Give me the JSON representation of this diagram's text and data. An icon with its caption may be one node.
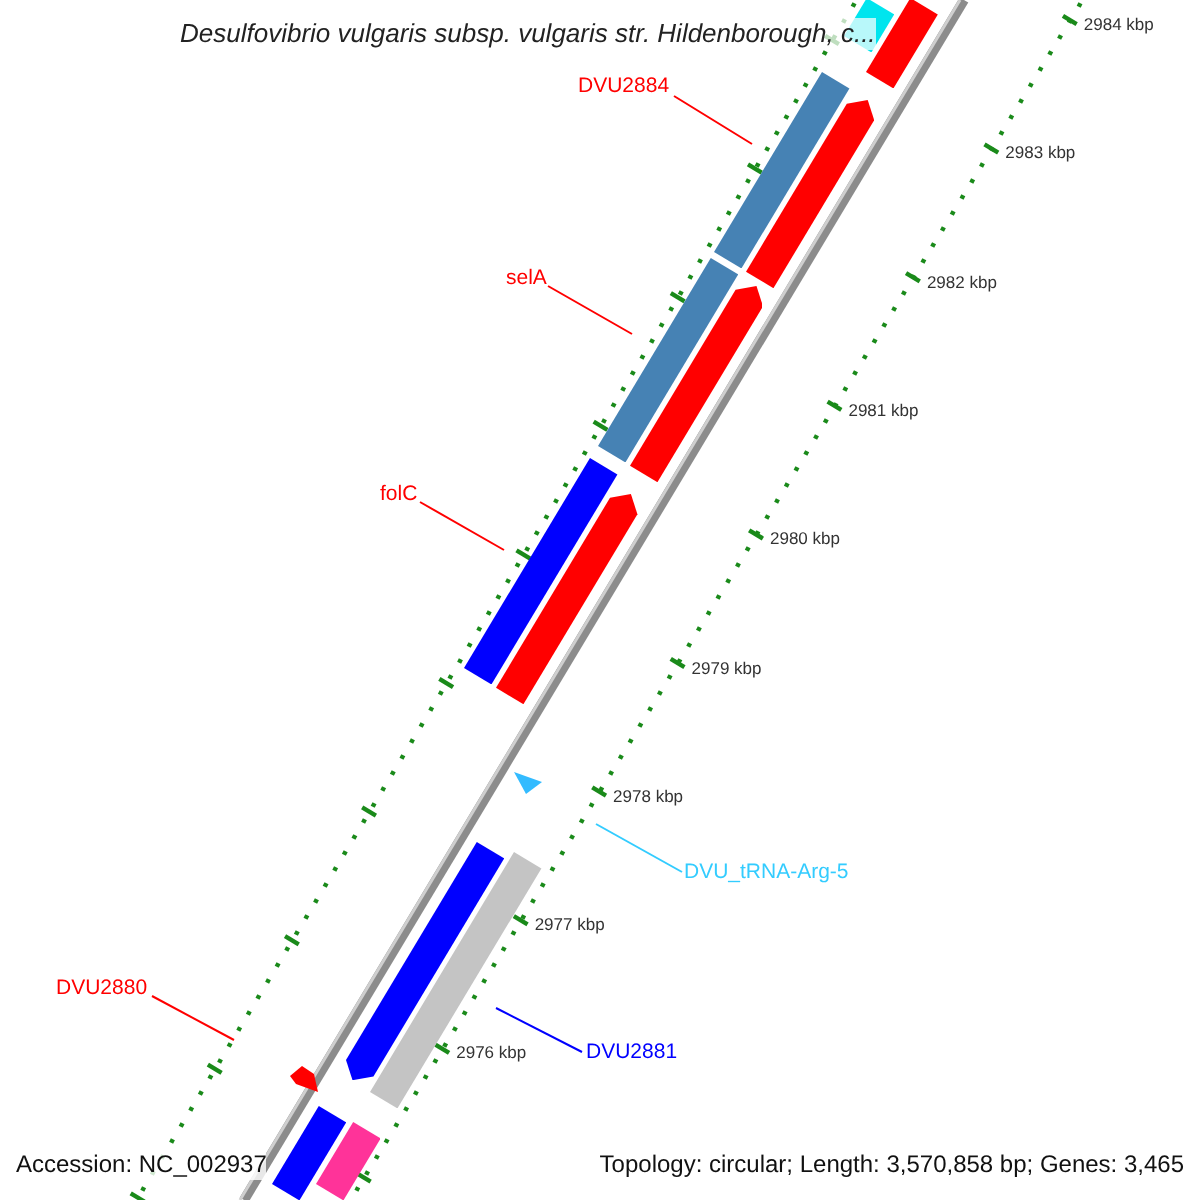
{
  "diagram": {
    "title": "Desulfovibrio vulgaris subsp. vulgaris str. Hildenborough, c...",
    "nodes": [
      {
        "text": [],
        "shape": "bar"
      },
      {
        "text": [],
        "shape": "bar"
      },
      {
        "text": [
          "DVU2884"
        ]
      },
      {
        "text": [],
        "shape": "bar"
      },
      {
        "text": [],
        "shape": "arrow"
      },
      {
        "text": [
          "selA"
        ]
      },
      {
        "text": [],
        "shape": "bar"
      },
      {
        "text": [],
        "shape": "arrow"
      },
      {
        "text": [
          "folC"
        ]
      },
      {
        "text": [],
        "shape": "bar"
      },
      {
        "text": [],
        "shape": "arrow"
      },
      {
        "text": [],
        "shape": "triangle"
      },
      {
        "text": [
          "DVU_tRNA-Arg-5"
        ]
      },
      {
        "text": [],
        "shape": "arrow"
      },
      {
        "text": [],
        "shape": "bar"
      },
      {
        "text": [
          "DVU2880"
        ]
      },
      {
        "text": [],
        "shape": "arrow"
      },
      {
        "text": [
          "DVU2881"
        ]
      },
      {
        "text": [],
        "shape": "bar"
      },
      {
        "text": [],
        "shape": "bar"
      }
    ],
    "edges": [
      {
        "from": 2,
        "to": 4,
        "arrow": "none"
      },
      {
        "from": 5,
        "to": 7,
        "arrow": "none"
      },
      {
        "from": 8,
        "to": 10,
        "arrow": "none"
      },
      {
        "from": 12,
        "to": 11,
        "arrow": "none",
        "color": "#33ccff"
      },
      {
        "from": 15,
        "to": 16,
        "arrow": "none"
      },
      {
        "from": 17,
        "to": 13,
        "arrow": "none",
        "color": "#0000ff"
      }
    ],
    "labels": [
      "2984 kbp",
      "2983 kbp",
      "2982 kbp",
      "2981 kbp",
      "2980 kbp",
      "2979 kbp",
      "2978 kbp",
      "2977 kbp",
      "2976 kbp",
      "Accession: NC_002937",
      "Topology: circular; Length: 3,570,858 bp; Genes: 3,465"
    ]
  }
}
